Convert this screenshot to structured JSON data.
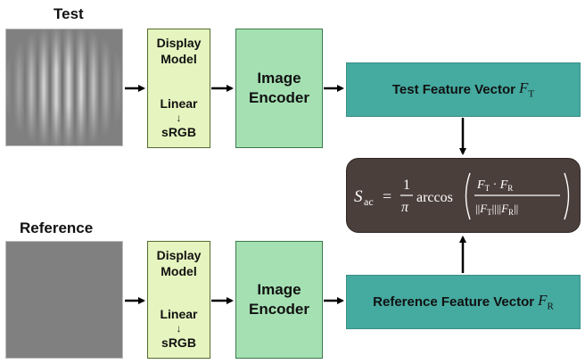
{
  "test_label": "Test",
  "reference_label": "Reference",
  "display_model": {
    "line1": "Display",
    "line2": "Model",
    "line3": "Linear",
    "arrow": "↓",
    "line4": "sRGB"
  },
  "image_encoder": {
    "line1": "Image",
    "line2": "Encoder"
  },
  "test_vector": {
    "text": "Test Feature Vector",
    "symbol": "F",
    "subscript": "T"
  },
  "reference_vector": {
    "text": "Reference Feature Vector",
    "symbol": "F",
    "subscript": "R"
  },
  "formula": {
    "lhs": "S",
    "lhs_sub": "ac",
    "equals": "=",
    "frac_num": "1",
    "frac_den": "π",
    "func": "arccos",
    "num": "F_T · F_R",
    "den": "||F_T|| ||F_R||"
  },
  "colors": {
    "display_model_fill": "#e6f4bf",
    "image_encoder_fill": "#a5e0b2",
    "feature_vector_fill": "#45aaa0",
    "formula_fill": "#4b3f3b"
  }
}
